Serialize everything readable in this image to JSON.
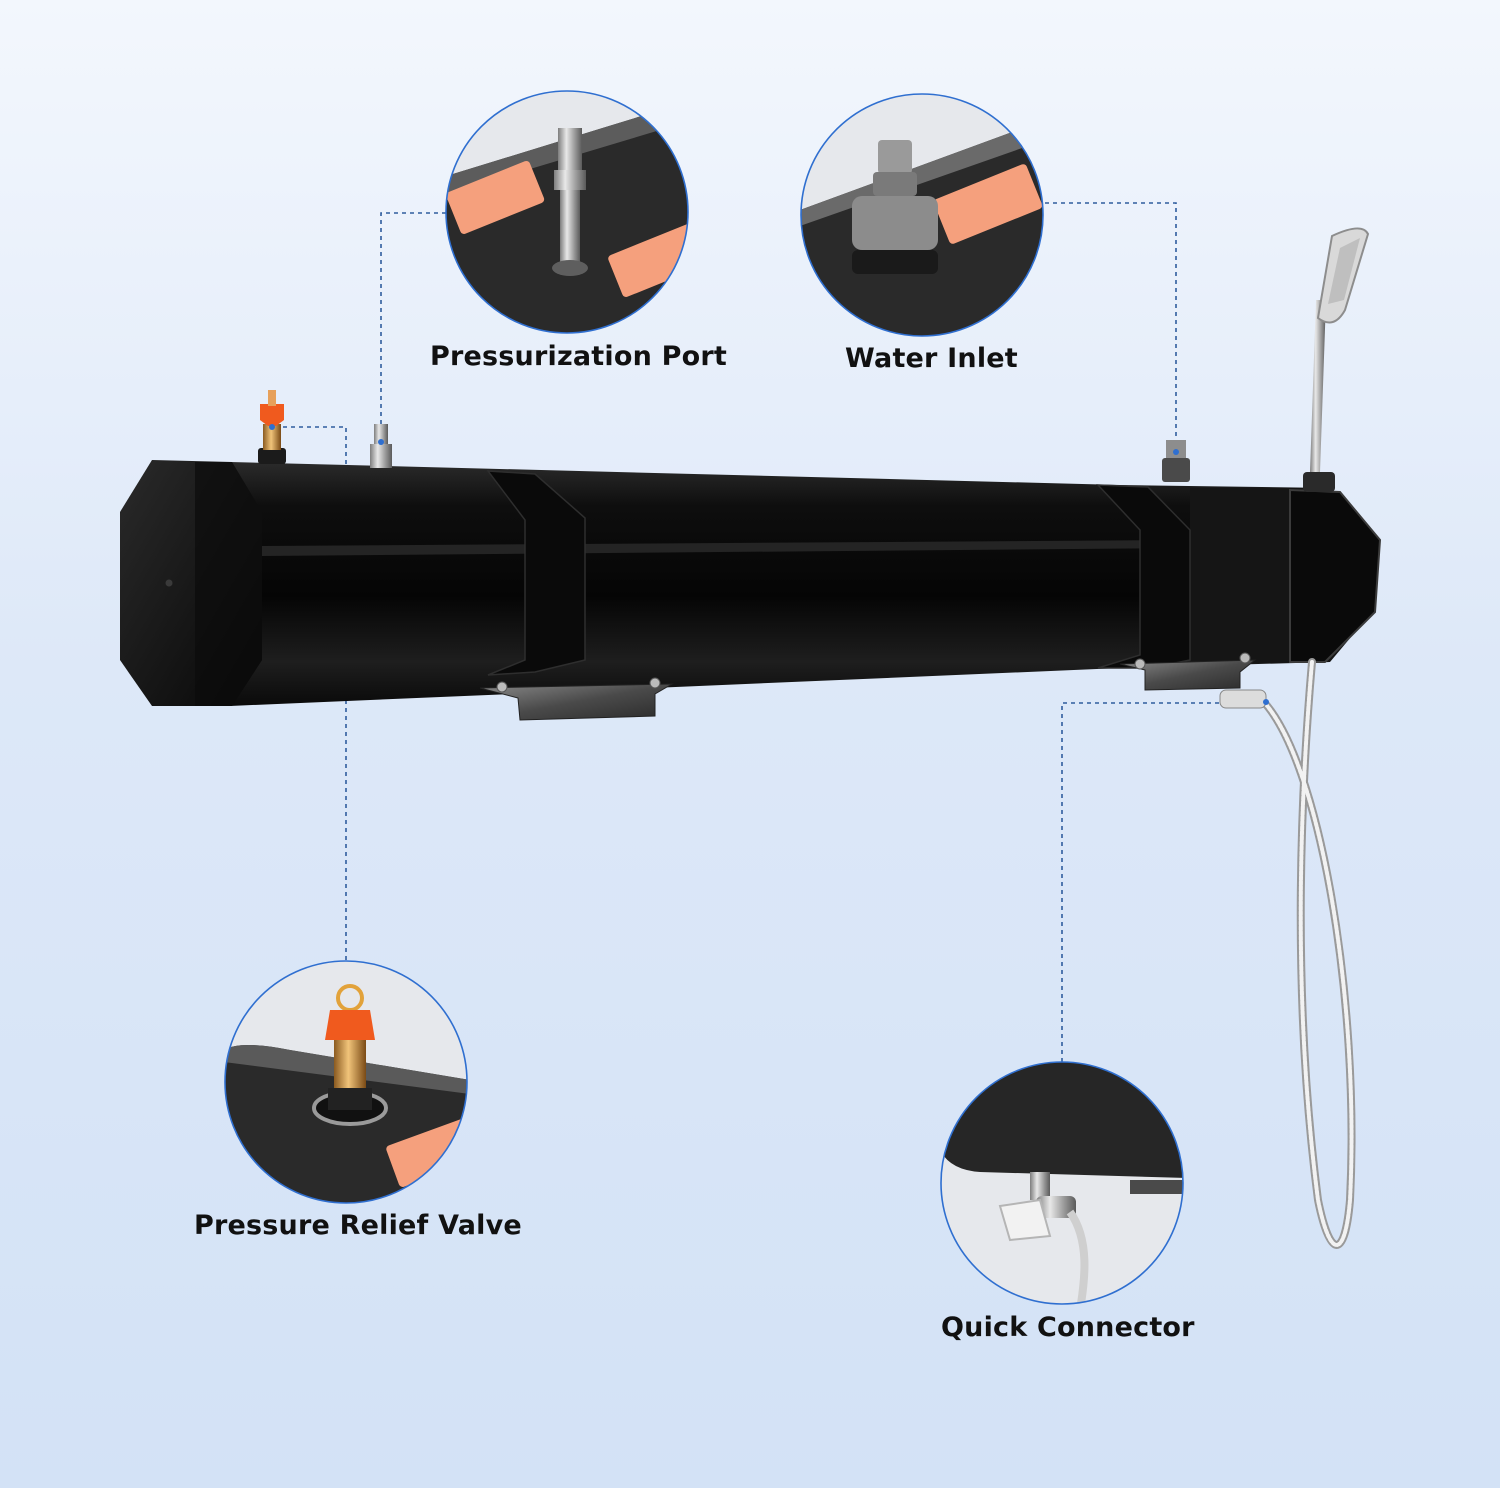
{
  "callouts": {
    "pressurization_port": "Pressurization Port",
    "water_inlet": "Water Inlet",
    "pressure_relief_valve": "Pressure Relief Valve",
    "quick_connector": "Quick Connector"
  },
  "colors": {
    "tank": "#0d0d0d",
    "tank_highlight": "#3a3a3a",
    "leader_line": "#2f5d9e",
    "circle_border": "#2f6fd0",
    "sticker": "#f5a07d",
    "valve_cap": "#f05a1e"
  },
  "icons": [
    "pressurization-port-fitting",
    "garden-hose-connector",
    "pressure-relief-valve",
    "quick-connector-valve",
    "shower-head"
  ]
}
